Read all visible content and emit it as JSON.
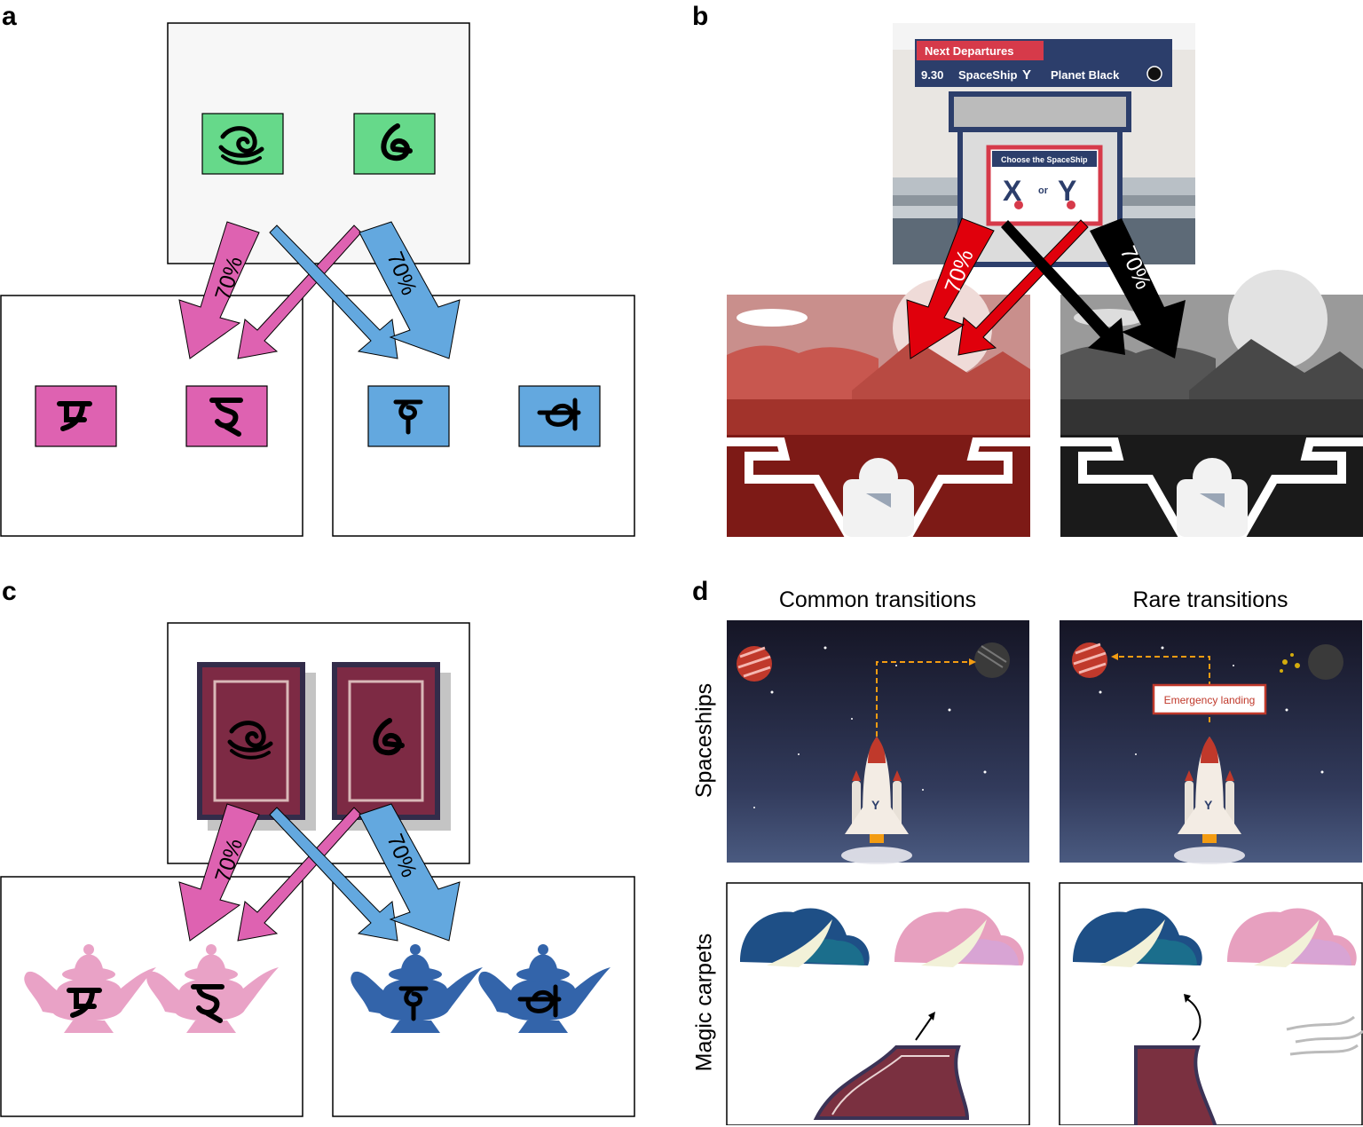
{
  "panels": {
    "a": {
      "label": "a",
      "left_prob": "70%",
      "right_prob": "70%"
    },
    "b": {
      "label": "b",
      "board_header": "Next Departures",
      "board_time": "9.30",
      "board_ship": "SpaceShip",
      "board_ship_glyph": "Y",
      "board_destination": "Planet Black",
      "kiosk_prompt": "Choose the SpaceShip",
      "kiosk_x": "X",
      "kiosk_or": "or",
      "kiosk_y": "Y",
      "left_prob": "70%",
      "right_prob": "70%"
    },
    "c": {
      "label": "c",
      "left_prob": "70%",
      "right_prob": "70%"
    },
    "d": {
      "label": "d",
      "col_common": "Common transitions",
      "col_rare": "Rare transitions",
      "row_spaceships": "Spaceships",
      "row_carpets": "Magic carpets",
      "emergency_label": "Emergency landing"
    }
  },
  "colors": {
    "green": "#66d98a",
    "pink": "#de62b1",
    "blue": "#63a8df",
    "red": "#e0000c",
    "black": "#000000",
    "board_navy": "#2c3e6b",
    "board_red": "#d63a4a"
  },
  "icons": [
    "spiral-glyph",
    "hook-glyph",
    "tibetan-glyph",
    "rocket-icon",
    "planet-icon",
    "mountain-icon",
    "carpet-icon",
    "lamp-icon",
    "wind-icon"
  ]
}
